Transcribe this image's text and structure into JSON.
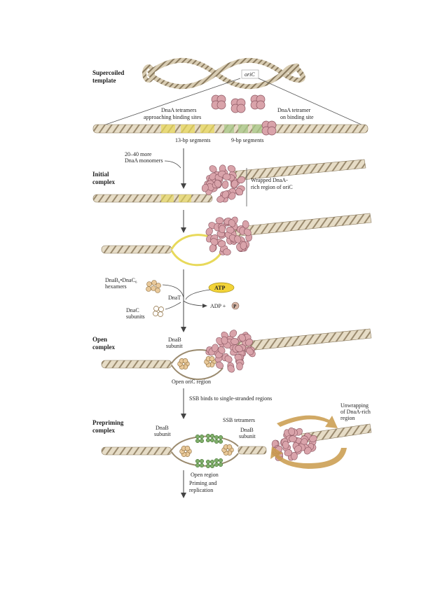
{
  "labels": {
    "supercoiled_line1": "Supercoiled",
    "supercoiled_line2": "template",
    "oric_top": "oriC",
    "dnaa_tetramers_line1": "DnaA tetramers",
    "dnaa_tetramers_line2": "approaching binding sites",
    "dnaa_tetramer_line1": "DnaA tetramer",
    "dnaa_tetramer_line2": "on binding site",
    "seg13": "13-bp segments",
    "seg9": "9-bp segments",
    "more_monomers_line1": "20–40 more",
    "more_monomers_line2": "DnaA monomers",
    "initial_line1": "Initial",
    "initial_line2": "complex",
    "wrapped_line1": "Wrapped DnaA-",
    "wrapped_line2": "rich region of oriC",
    "dnab_dnac_line1": "DnaB₆•DnaC₆",
    "dnab_dnac_line2": "hexamers",
    "atp": "ATP",
    "dnat": "DnaT",
    "adp": "ADP  +",
    "pi": "P",
    "dnac_line1": "DnaC",
    "dnac_line2": "subunits",
    "open_line1": "Open",
    "open_line2": "complex",
    "dnab_sub_line1": "DnaB",
    "dnab_sub_line2": "subunit",
    "open_oric": "Open oriC region",
    "ssb_binds": "SSB binds to single-stranded regions",
    "prepriming_line1": "Prepriming",
    "prepriming_line2": "complex",
    "dnab_left_line1": "DnaB",
    "dnab_left_line2": "subunit",
    "ssb_tetramers": "SSB tetramers",
    "dnab_right_line1": "DnaB",
    "dnab_right_line2": "subunit",
    "unwrap_line1": "Unwrapping",
    "unwrap_line2": "of DnaA-rich",
    "unwrap_line3": "region",
    "open_region": "Open region",
    "priming_line1": "Priming and",
    "priming_line2": "replication"
  },
  "colors": {
    "dna_fill": "#e6dcc6",
    "dna_stripe": "#9a8a6e",
    "dnaa": "#d9a3aa",
    "dnaa_stroke": "#8a5560",
    "yellow": "#e8d95a",
    "green_seg": "#a8c98a",
    "dnab": "#e9c99a",
    "ssb": "#7fae6a",
    "atp": "#f2d338",
    "arrow_swirl": "#c99a4a"
  }
}
